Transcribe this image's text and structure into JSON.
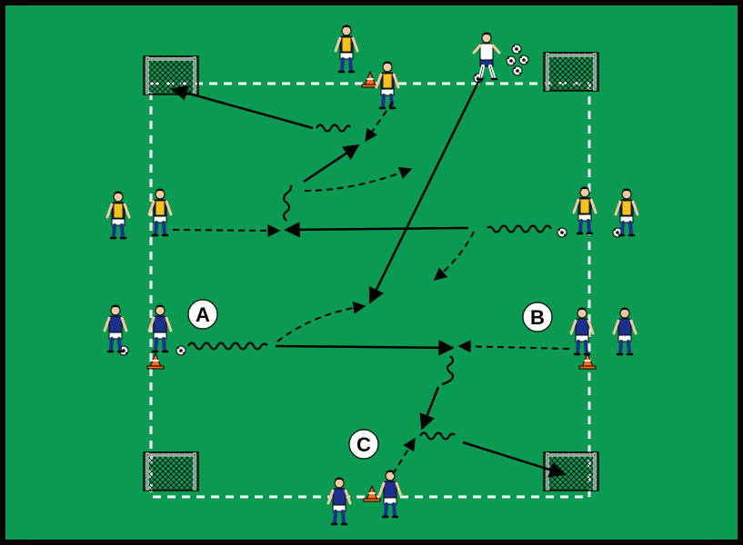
{
  "colors": {
    "pitch": "#0a9a52",
    "border": "#000000",
    "lines": "#ffffff",
    "team_blue": "#1c2f8a",
    "team_yellow": "#f3c31a",
    "team_white": "#ffffff",
    "cone": "#ff6a1a",
    "skin": "#f2c9a0"
  },
  "labels": {
    "a": "A",
    "b": "B",
    "c": "C"
  },
  "icons": {
    "goal": "goal-icon",
    "player": "player-icon",
    "cone": "cone-icon",
    "ball": "ball-icon"
  }
}
